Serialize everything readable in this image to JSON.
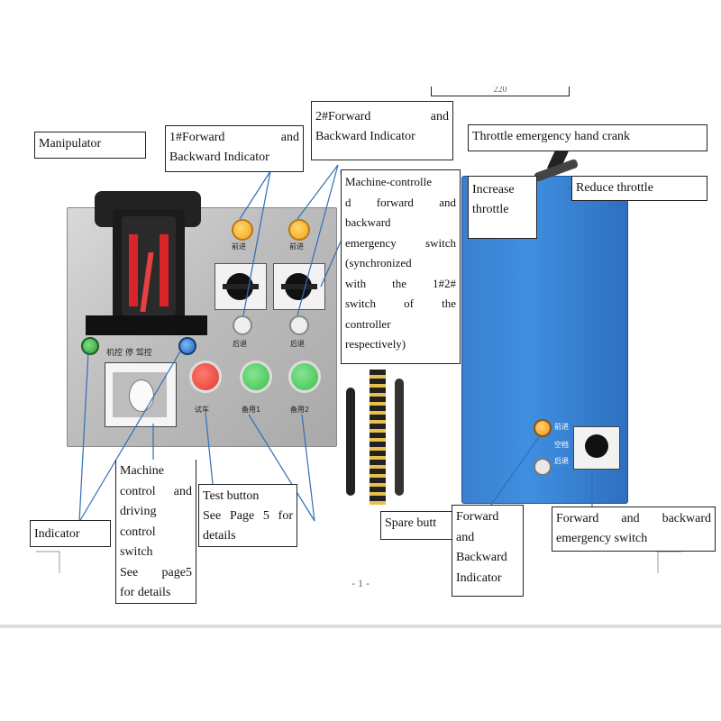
{
  "top_label_fragment": "220",
  "page_number": "- 1 -",
  "labels": {
    "manipulator": "Manipulator",
    "fwd1_line1": "1#Forward and",
    "fwd1_line2": "Backward Indicator",
    "fwd2_line1": "2#Forward and",
    "fwd2_line2": "Backward Indicator",
    "machine_switch": [
      "Machine-controlle",
      "d forward and",
      "backward",
      "emergency switch",
      "(synchronized",
      "with the 1#2#",
      "switch of the",
      "controller",
      "respectively)"
    ],
    "throttle_crank": "Throttle emergency hand crank",
    "increase_throttle": [
      "Increase",
      "throttle"
    ],
    "reduce_throttle": "Reduce throttle",
    "indicator": "Indicator",
    "machine_control": [
      "Machine",
      "control and",
      "driving",
      "control",
      "switch",
      "See page5",
      "for details"
    ],
    "test_button": [
      "Test button",
      "See Page 5 for",
      "details"
    ],
    "spare_button": "Spare butt",
    "fwd_bwd_indicator": [
      "Forward",
      "and",
      "Backward",
      "Indicator"
    ],
    "fwd_bwd_emergency": [
      "Forward and backward",
      "emergency switch"
    ]
  },
  "panel_text": {
    "forward_cn": "前进",
    "backward_cn": "后退",
    "mode_cn": "机控  停  驾控",
    "test_cn": "试车",
    "spare1_cn": "备用1",
    "spare2_cn": "备用2",
    "cab_forward": "前进",
    "cab_neutral": "空档",
    "cab_backward": "后退"
  },
  "colors": {
    "panel_blue": "#3f8fe0",
    "indicator_amber": "#f3a21b",
    "button_green": "#3bbf4a",
    "button_red": "#e23b2e",
    "lever_red": "#d8242a"
  }
}
